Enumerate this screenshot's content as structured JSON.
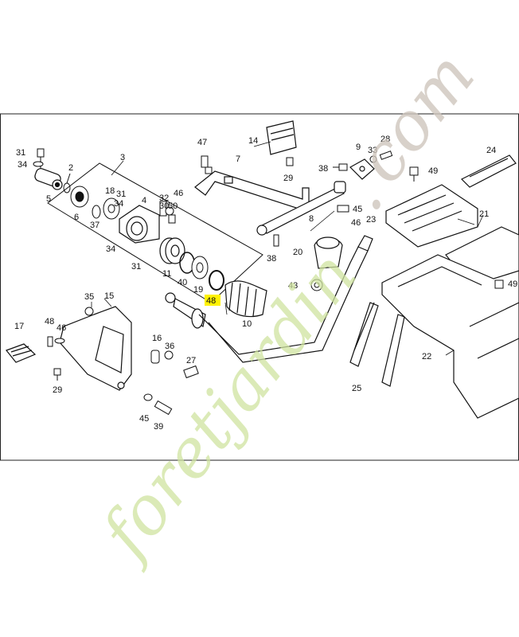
{
  "diagram": {
    "callouts": [
      {
        "id": "c31a",
        "text": "31"
      },
      {
        "id": "c34a",
        "text": "34"
      },
      {
        "id": "c5",
        "text": "5"
      },
      {
        "id": "c2",
        "text": "2"
      },
      {
        "id": "c3",
        "text": "3"
      },
      {
        "id": "c18",
        "text": "18"
      },
      {
        "id": "c31b",
        "text": "31"
      },
      {
        "id": "c34b",
        "text": "34"
      },
      {
        "id": "c4",
        "text": "4"
      },
      {
        "id": "c32",
        "text": "32"
      },
      {
        "id": "c30",
        "text": "30"
      },
      {
        "id": "c50",
        "text": "50"
      },
      {
        "id": "c6",
        "text": "6"
      },
      {
        "id": "c37",
        "text": "37"
      },
      {
        "id": "c46a",
        "text": "46"
      },
      {
        "id": "c47",
        "text": "47"
      },
      {
        "id": "c7",
        "text": "7"
      },
      {
        "id": "c14",
        "text": "14"
      },
      {
        "id": "c29a",
        "text": "29"
      },
      {
        "id": "c9",
        "text": "9"
      },
      {
        "id": "c33",
        "text": "33"
      },
      {
        "id": "c28",
        "text": "28"
      },
      {
        "id": "c38a",
        "text": "38"
      },
      {
        "id": "c49a",
        "text": "49"
      },
      {
        "id": "c24",
        "text": "24"
      },
      {
        "id": "c45a",
        "text": "45"
      },
      {
        "id": "c46b",
        "text": "46"
      },
      {
        "id": "c8",
        "text": "8"
      },
      {
        "id": "c23",
        "text": "23"
      },
      {
        "id": "c21",
        "text": "21"
      },
      {
        "id": "c34c",
        "text": "34"
      },
      {
        "id": "c31c",
        "text": "31"
      },
      {
        "id": "c11",
        "text": "11"
      },
      {
        "id": "c40",
        "text": "40"
      },
      {
        "id": "c19",
        "text": "19"
      },
      {
        "id": "c38b",
        "text": "38"
      },
      {
        "id": "c20",
        "text": "20"
      },
      {
        "id": "c43",
        "text": "43"
      },
      {
        "id": "c49b",
        "text": "49"
      },
      {
        "id": "c35",
        "text": "35"
      },
      {
        "id": "c15",
        "text": "15"
      },
      {
        "id": "c48a",
        "text": "48"
      },
      {
        "id": "c10",
        "text": "10"
      },
      {
        "id": "c17",
        "text": "17"
      },
      {
        "id": "c48b",
        "text": "48"
      },
      {
        "id": "c46c",
        "text": "46"
      },
      {
        "id": "c16",
        "text": "16"
      },
      {
        "id": "c36",
        "text": "36"
      },
      {
        "id": "c27",
        "text": "27"
      },
      {
        "id": "c22",
        "text": "22"
      },
      {
        "id": "c29b",
        "text": "29"
      },
      {
        "id": "c25",
        "text": "25"
      },
      {
        "id": "c45b",
        "text": "45"
      },
      {
        "id": "c39",
        "text": "39"
      }
    ],
    "highlighted_callout": "48"
  },
  "watermark": {
    "main": "foretjardin",
    "dot": ".",
    "tld": "com",
    "main_color": "#cfe3a0",
    "dot_color": "#cfc6bd"
  },
  "colors": {
    "line": "#111111",
    "highlight": "#fff200",
    "background": "#ffffff"
  }
}
